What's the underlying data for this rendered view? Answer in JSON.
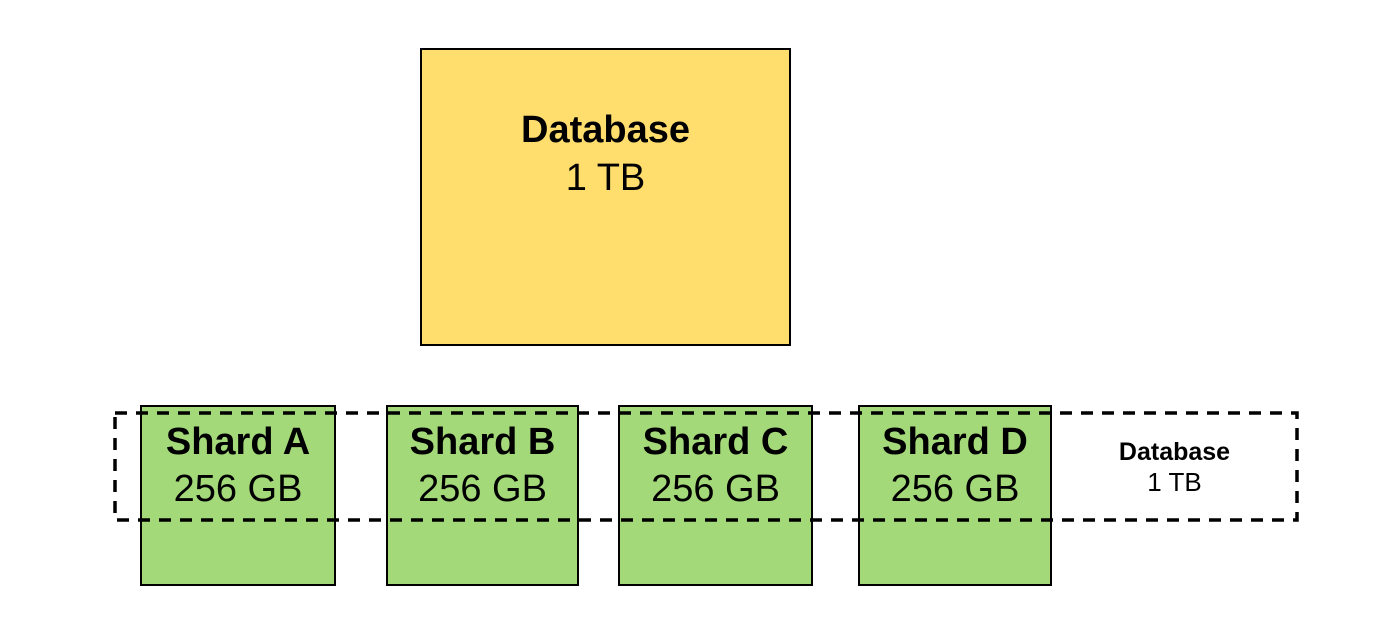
{
  "colors": {
    "background": "#ffffff",
    "database_fill": "#FFDE6E",
    "shard_fill": "#A4D97A",
    "stroke": "#000000",
    "text": "#000000"
  },
  "database": {
    "name": "Database",
    "size": "1 TB"
  },
  "sharded_database": {
    "name": "Database",
    "size": "1 TB",
    "outline_style": "dashed",
    "shards": [
      {
        "name": "Shard A",
        "size": "256 GB"
      },
      {
        "name": "Shard B",
        "size": "256 GB"
      },
      {
        "name": "Shard C",
        "size": "256 GB"
      },
      {
        "name": "Shard D",
        "size": "256 GB"
      }
    ]
  }
}
